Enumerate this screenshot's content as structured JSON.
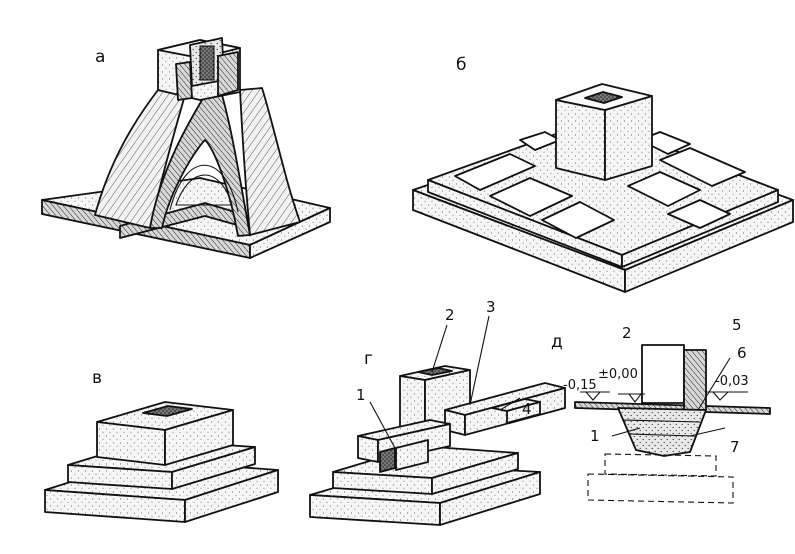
{
  "panels": {
    "a": {
      "label": "а"
    },
    "b": {
      "label": "б"
    },
    "v": {
      "label": "в"
    },
    "g": {
      "label": "г",
      "callouts": [
        "1",
        "2",
        "3",
        "4"
      ]
    },
    "d": {
      "label": "д",
      "callouts": [
        "1",
        "2",
        "5",
        "6",
        "7"
      ],
      "levels": {
        "left": "-0,15",
        "zero": "±0,00",
        "right": "-0,03"
      }
    }
  }
}
